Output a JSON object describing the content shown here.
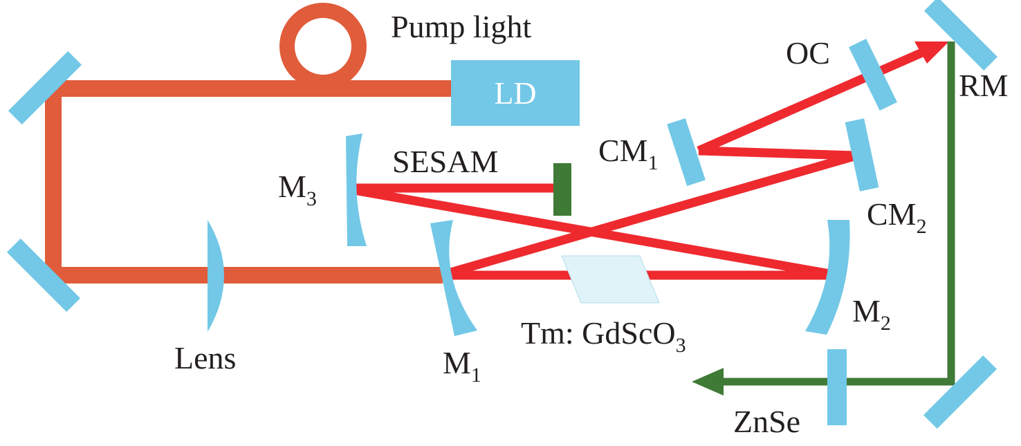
{
  "colors": {
    "pump": "#e05c3a",
    "laser": "#ee2a2f",
    "output": "#3f7a36",
    "optic": "#72c8e6",
    "crystal": "#dff3f8",
    "sesam": "#3f7a36",
    "text": "#231f20"
  },
  "labels": {
    "pump_light": "Pump light",
    "ld": "LD",
    "sesam": "SESAM",
    "m3": {
      "main": "M",
      "sub": "3"
    },
    "cm1": {
      "main": "CM",
      "sub": "1"
    },
    "cm2": {
      "main": "CM",
      "sub": "2"
    },
    "oc": "OC",
    "rm": "RM",
    "lens": "Lens",
    "m1": {
      "main": "M",
      "sub": "1"
    },
    "m2": {
      "main": "M",
      "sub": "2"
    },
    "crystal": {
      "main": "Tm: GdScO",
      "sub": "3"
    },
    "znse": "ZnSe"
  }
}
